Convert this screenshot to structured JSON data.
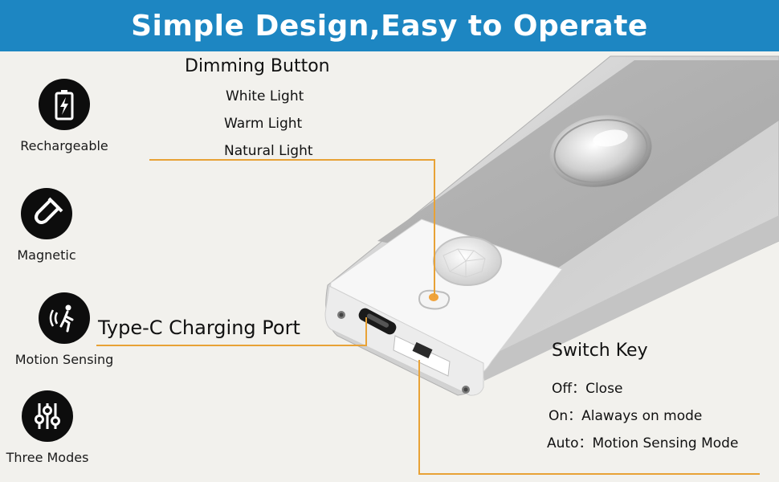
{
  "banner": {
    "title": "Simple Design,Easy to Operate"
  },
  "features": [
    {
      "icon": "battery-charging-icon",
      "label": "Rechargeable"
    },
    {
      "icon": "magnet-icon",
      "label": "Magnetic"
    },
    {
      "icon": "motion-sensing-icon",
      "label": "Motion Sensing"
    },
    {
      "icon": "sliders-icon",
      "label": "Three Modes"
    }
  ],
  "dimming": {
    "title": "Dimming Button",
    "items": [
      "White Light",
      "Warm Light",
      "Natural Light"
    ]
  },
  "charging": {
    "title": "Type-C Charging Port"
  },
  "switch_key": {
    "title": "Switch Key",
    "items": [
      "Off：Close",
      "On：Alaways on mode",
      "Auto：Motion Sensing Mode"
    ]
  },
  "colors": {
    "banner": "#1d86c2",
    "callout": "#e8a236",
    "icon_bg": "#0d0d0d"
  }
}
